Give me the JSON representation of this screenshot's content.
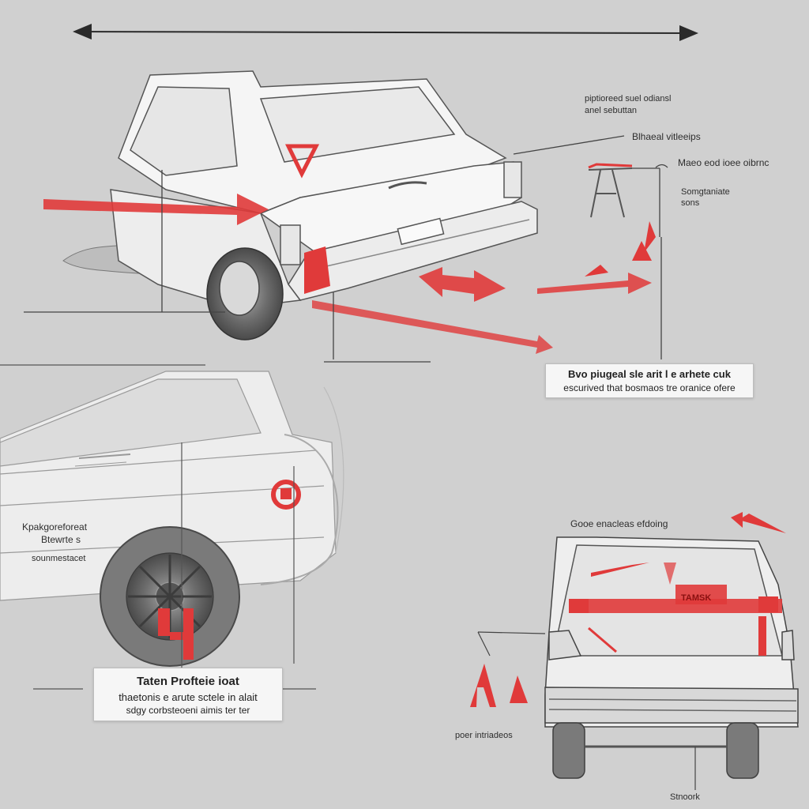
{
  "labels": {
    "top_right_1": "piptioreed suel odiansl",
    "top_right_2": "anel sebuttan",
    "brand_label": "Blhaeal vitleeips",
    "nose_label": "Maeo eod ioee oibrnc",
    "spec_label_1": "Somgtaniate",
    "spec_label_2": "sons",
    "left_label_1": "Kpakgoreforeat",
    "left_label_2": "Btewrte s",
    "left_label_3": "sounmestacet",
    "rear_label": "Gooe enacleas efdoing",
    "bottom_left": "poer intriadeos",
    "bottom_right": "Stnoork",
    "window_sign": "TAMSK"
  },
  "callout_right": {
    "line1": "Bvo piugeal sle arit l e arhete cuk",
    "line2": "escurived that bosmaos tre oranice ofere"
  },
  "callout_bottom": {
    "title": "Taten Profteie ioat",
    "line1": "thaetonis e arute sctele in alait",
    "line2": "sdgy corbsteoeni aimis ter ter"
  },
  "colors": {
    "background": "#d0d0d0",
    "accent_red": "#e03a3a",
    "line_dark": "#3a3a3a",
    "car_body": "#f2f2f2"
  }
}
